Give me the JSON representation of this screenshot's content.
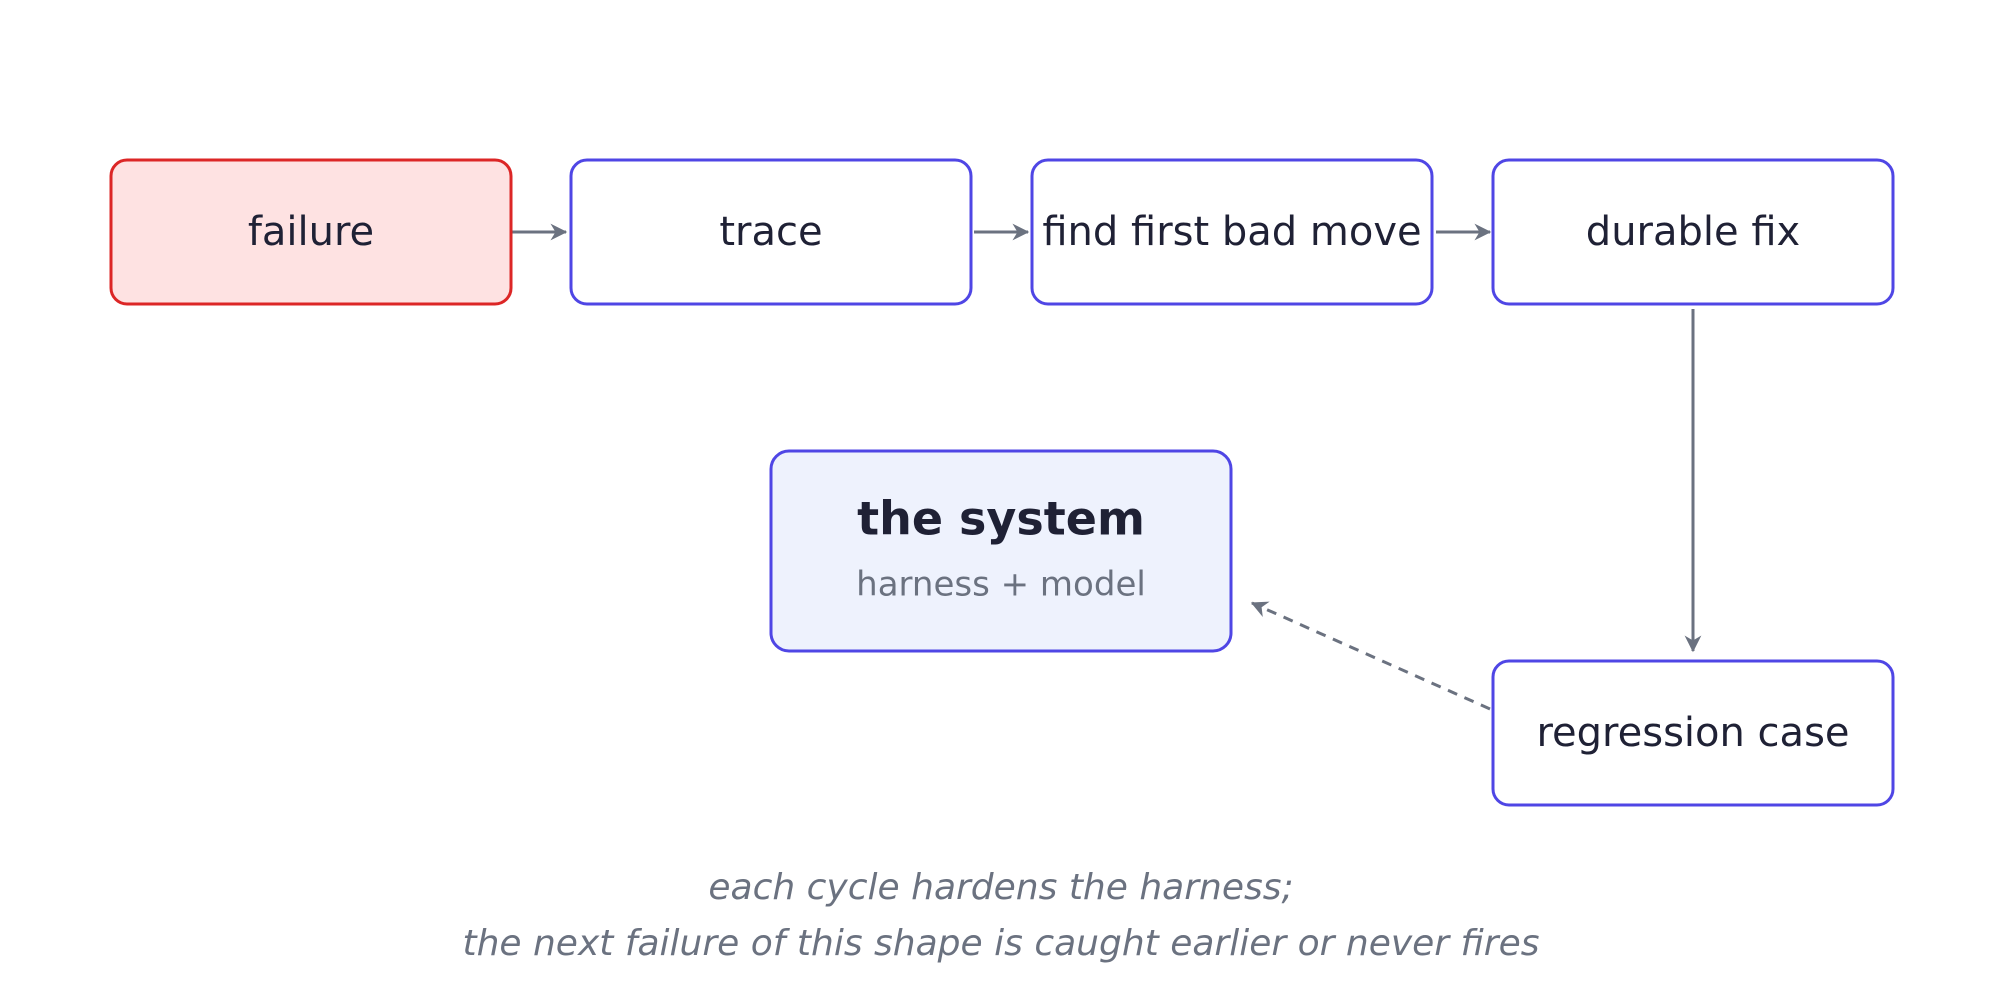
{
  "nodes": {
    "failure": {
      "label": "failure",
      "fill": "#fee2e2",
      "stroke": "#dc2626"
    },
    "trace": {
      "label": "trace",
      "fill": "#ffffff",
      "stroke": "#4f46e5"
    },
    "find_first_bad_move": {
      "label": "find first bad move",
      "fill": "#ffffff",
      "stroke": "#4f46e5"
    },
    "durable_fix": {
      "label": "durable fix",
      "fill": "#ffffff",
      "stroke": "#4f46e5"
    },
    "regression_case": {
      "label": "regression case",
      "fill": "#ffffff",
      "stroke": "#4f46e5"
    },
    "the_system": {
      "title": "the system",
      "subtitle": "harness + model",
      "fill": "#eef2fd",
      "stroke": "#4f46e5"
    }
  },
  "edges": [
    {
      "from": "failure",
      "to": "trace",
      "style": "solid"
    },
    {
      "from": "trace",
      "to": "find_first_bad_move",
      "style": "solid"
    },
    {
      "from": "find_first_bad_move",
      "to": "durable_fix",
      "style": "solid"
    },
    {
      "from": "durable_fix",
      "to": "regression_case",
      "style": "solid"
    },
    {
      "from": "regression_case",
      "to": "the_system",
      "style": "dashed"
    }
  ],
  "caption": {
    "line1": "each cycle hardens the harness;",
    "line2": "the next failure of this shape is caught earlier or never fires"
  },
  "colors": {
    "edge": "#6b7280",
    "text": "#1f2135",
    "muted": "#6b7280"
  }
}
